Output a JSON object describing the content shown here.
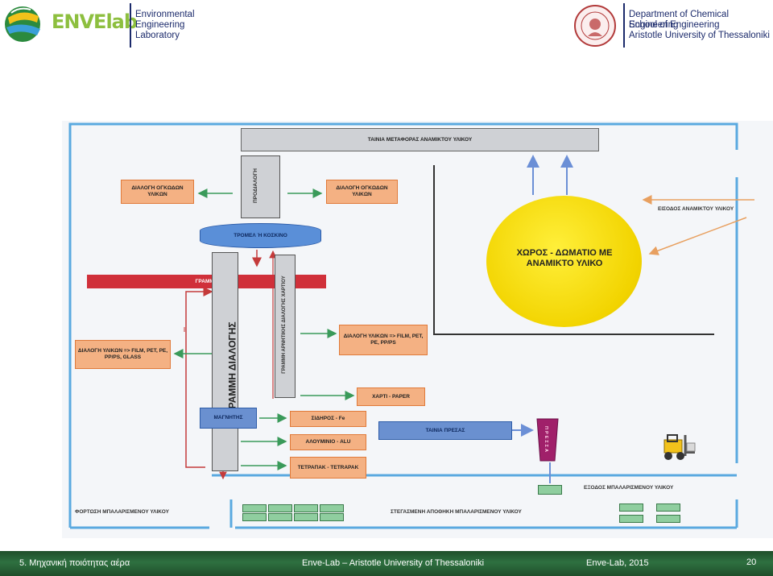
{
  "header": {
    "logo_text": "ENVElab",
    "lab_line1": "Environmental",
    "lab_line2": "Engineering",
    "lab_line3": "Laboratory",
    "dept_line1": "Department of Chemical Engineering",
    "dept_line2": "School of Engineering",
    "dept_line3": "Aristotle University of Thessaloniki"
  },
  "diagram": {
    "conveyor_mixed": "ΤΑΙΝΙΑ ΜΕΤΑΦΟΡΑΣ ΑΝΑΜΙΚΤΟΥ ΥΛΙΚΟΥ",
    "bulky_sort_left": "ΔΙΑΛΟΓΗ ΟΓΚΩΔΩΝ ΥΛΙΚΩΝ",
    "bulky_sort_right": "ΔΙΑΛΟΓΗ ΟΓΚΩΔΩΝ ΥΛΙΚΩΝ",
    "pre_sort": "ΠΡΟΔΙΑΛΟΓΗ",
    "trommel": "ΤΡΟΜΕΛ Ή ΚΟΣΚΙΝΟ",
    "line_bar": "ΓΡΑΜΜΗ",
    "sorting_line": "ΓΡΑΜΜΗ ΔΙΑΛΟΓΗΣ",
    "paper_line": "ΓΡΑΜΜΗ ΑΡΝΗΤΙΚΗΣ ΔΙΑΛΟΓΗΣ ΧΑΡΤΙΟΥ",
    "sort_materials_left": "ΔΙΑΛΟΓΗ ΥΛΙΚΩΝ => FILM, PET, PE, PP/PS, GLASS",
    "sort_materials_right": "ΔΙΑΛΟΓΗ ΥΛΙΚΩΝ => FILM, PET, PE, PP/PS",
    "paper": "ΧΑΡΤΙ - PAPER",
    "magnet": "ΜΑΓΝΗΤΗΣ",
    "iron": "ΣΙΔΗΡΟΣ - Fe",
    "aluminium": "ΑΛΟΥΜΙΝΙΟ - ALU",
    "tetrapak": "ΤΕΤΡΑΠΑΚ - TETRAPAK",
    "press_conveyor": "ΤΑΙΝΙΑ ΠΡΕΣΑΣ",
    "press": "ΠΡΕΣΣΑ",
    "mixed_room": "ΧΩΡΟΣ - ΔΩΜΑΤΙΟ ΜΕ ΑΝΑΜΙΚΤΟ ΥΛΙΚΟ",
    "mixed_entry": "ΕΙΣΟΔΟΣ ΑΝΑΜΙΚΤΟΥ ΥΛΙΚΟΥ",
    "baled_exit": "ΕΞΟΔΟΣ ΜΠΑΛΑΡΙΣΜΕΝΟΥ ΥΛΙΚΟΥ",
    "baled_loading": "ΦΟΡΤΩΣΗ ΜΠΑΛΑΡΙΣΜΕΝΟΥ ΥΛΙΚΟΥ",
    "baled_storage": "ΣΤΕΓΑΣΜΕΝΗ ΑΠΟΘΗΚΗ ΜΠΑΛΑΡΙΣΜΕΝΟΥ ΥΛΙΚΟΥ"
  },
  "footer": {
    "left": "5. Μηχανική ποιότητας αέρα",
    "center": "Enve-Lab – Aristotle University of Thessaloniki",
    "right": "Enve-Lab, 2015",
    "page": "20"
  }
}
